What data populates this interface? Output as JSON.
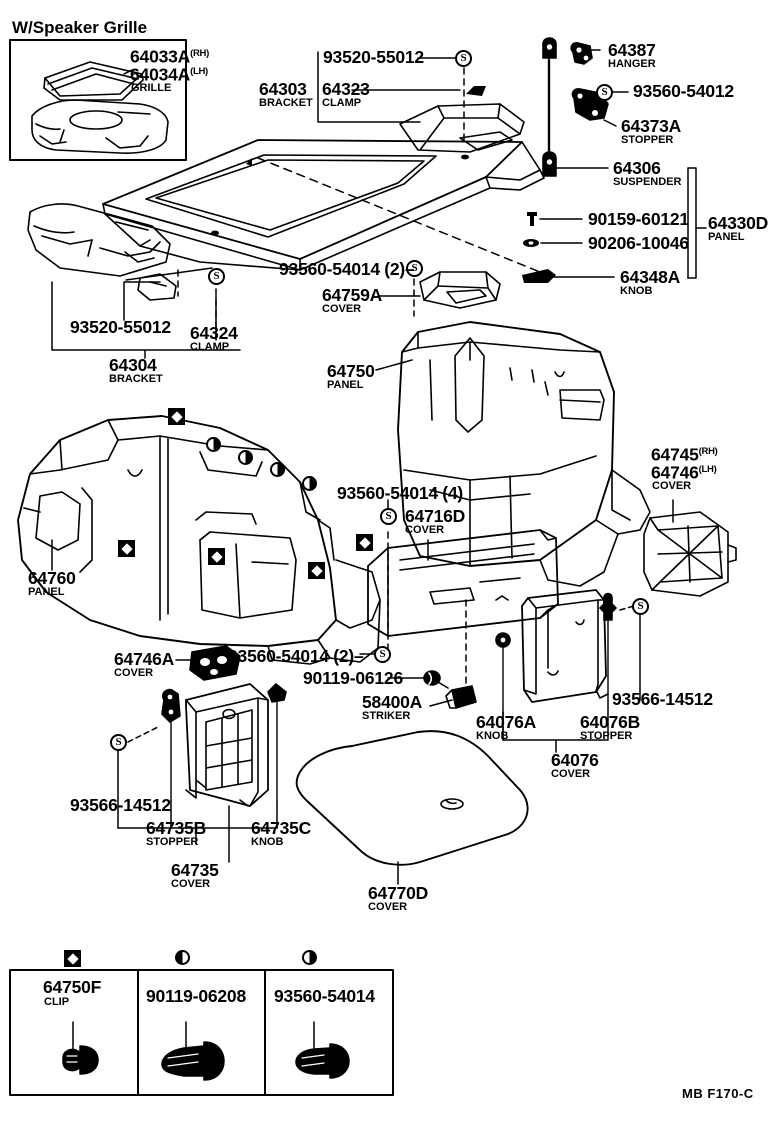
{
  "diagram": {
    "title": "W/Speaker Grille",
    "footer_code": "MB F170-C"
  },
  "inset_box": {
    "parts": [
      {
        "number": "64033A",
        "hand": "(RH)"
      },
      {
        "number": "64034A",
        "hand": "(LH)"
      }
    ],
    "desc": "GRILLE"
  },
  "callouts": [
    {
      "id": "c1",
      "number": "93520-55012",
      "desc": ""
    },
    {
      "id": "c2",
      "number": "64303",
      "desc": "BRACKET"
    },
    {
      "id": "c3",
      "number": "64323",
      "desc": "CLAMP"
    },
    {
      "id": "c4",
      "number": "64387",
      "desc": "HANGER"
    },
    {
      "id": "c5",
      "number": "93560-54012",
      "desc": ""
    },
    {
      "id": "c6",
      "number": "64373A",
      "desc": "STOPPER"
    },
    {
      "id": "c7",
      "number": "64306",
      "desc": "SUSPENDER"
    },
    {
      "id": "c8",
      "number": "90159-60121",
      "desc": ""
    },
    {
      "id": "c9",
      "number": "90206-10046",
      "desc": ""
    },
    {
      "id": "c10",
      "number": "64348A",
      "desc": "KNOB"
    },
    {
      "id": "c11",
      "number": "64330D",
      "desc": "PANEL"
    },
    {
      "id": "c12",
      "number": "93520-55012",
      "desc": ""
    },
    {
      "id": "c13",
      "number": "64324",
      "desc": "CLAMP"
    },
    {
      "id": "c14",
      "number": "64304",
      "desc": "BRACKET"
    },
    {
      "id": "c15",
      "number": "93560-54014",
      "desc": "",
      "qty": "(2)"
    },
    {
      "id": "c16",
      "number": "64759A",
      "desc": "COVER"
    },
    {
      "id": "c17",
      "number": "64750",
      "desc": "PANEL"
    },
    {
      "id": "c18",
      "number": "64745",
      "desc": "COVER",
      "hand": "(RH)"
    },
    {
      "id": "c19",
      "number": "64746",
      "desc": "",
      "hand": "(LH)"
    },
    {
      "id": "c20",
      "number": "93560-54014",
      "desc": "",
      "qty": "(4)"
    },
    {
      "id": "c21",
      "number": "64716D",
      "desc": "COVER"
    },
    {
      "id": "c22",
      "number": "64760",
      "desc": "PANEL"
    },
    {
      "id": "c23",
      "number": "64746A",
      "desc": "COVER"
    },
    {
      "id": "c24",
      "number": "93560-54014",
      "desc": "",
      "qty": "(2)"
    },
    {
      "id": "c25",
      "number": "90119-06126",
      "desc": ""
    },
    {
      "id": "c26",
      "number": "58400A",
      "desc": "STRIKER"
    },
    {
      "id": "c27",
      "number": "64076A",
      "desc": "KNOB"
    },
    {
      "id": "c28",
      "number": "64076B",
      "desc": "STOPPER"
    },
    {
      "id": "c29",
      "number": "93566-14512",
      "desc": ""
    },
    {
      "id": "c30",
      "number": "64076",
      "desc": "COVER"
    },
    {
      "id": "c31",
      "number": "93566-14512",
      "desc": ""
    },
    {
      "id": "c32",
      "number": "64735B",
      "desc": "STOPPER"
    },
    {
      "id": "c33",
      "number": "64735C",
      "desc": "KNOB"
    },
    {
      "id": "c34",
      "number": "64735",
      "desc": "COVER"
    },
    {
      "id": "c35",
      "number": "64770D",
      "desc": "COVER"
    }
  ],
  "legend": {
    "cells": [
      {
        "symbol": "diamond-in-square",
        "number": "64750F",
        "desc": "CLIP"
      },
      {
        "symbol": "half-circle-right",
        "number": "90119-06208",
        "desc": ""
      },
      {
        "symbol": "half-circle-left",
        "number": "93560-54014",
        "desc": ""
      }
    ]
  }
}
